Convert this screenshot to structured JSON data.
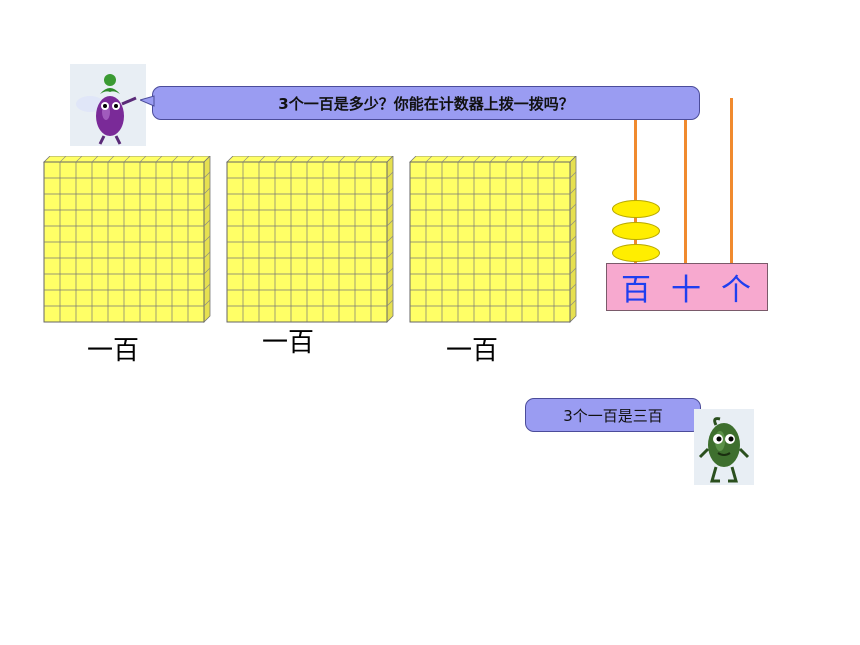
{
  "bubble_top": {
    "text": "3个一百是多少？你能在计数器上拨一拨吗？"
  },
  "bubble_bottom": {
    "text": "3个一百是三百"
  },
  "blocks": [
    {
      "label": "一百"
    },
    {
      "label": "一百"
    },
    {
      "label": "一百"
    }
  ],
  "abacus": {
    "places": [
      "百",
      "十",
      "个"
    ],
    "bead_count_hundreds": 3
  },
  "colors": {
    "bubble": "#9a9cf2",
    "block_fill": "#ffff66",
    "abacus_base": "#f7a9cf",
    "rod": "#f08a2e",
    "bead": "#ffee00",
    "place_text": "#1f3ff0"
  },
  "icons": {
    "top_character": "eggplant-character-icon",
    "bottom_character": "bean-character-icon"
  }
}
